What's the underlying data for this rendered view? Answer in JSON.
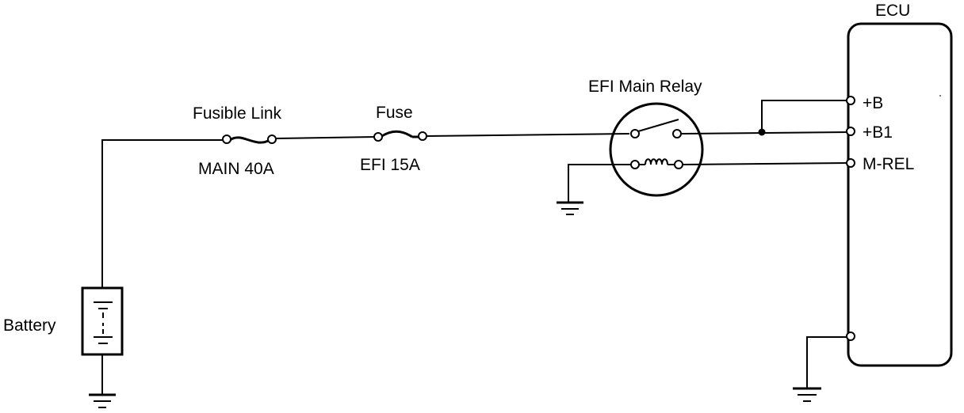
{
  "labels": {
    "ecu": "ECU",
    "fusible_link": "Fusible Link",
    "fusible_link_rating": "MAIN 40A",
    "fuse": "Fuse",
    "fuse_rating": "EFI 15A",
    "relay": "EFI Main Relay",
    "battery": "Battery",
    "pin_b": "+B",
    "pin_b1": "+B1",
    "pin_mrel": "M-REL"
  }
}
